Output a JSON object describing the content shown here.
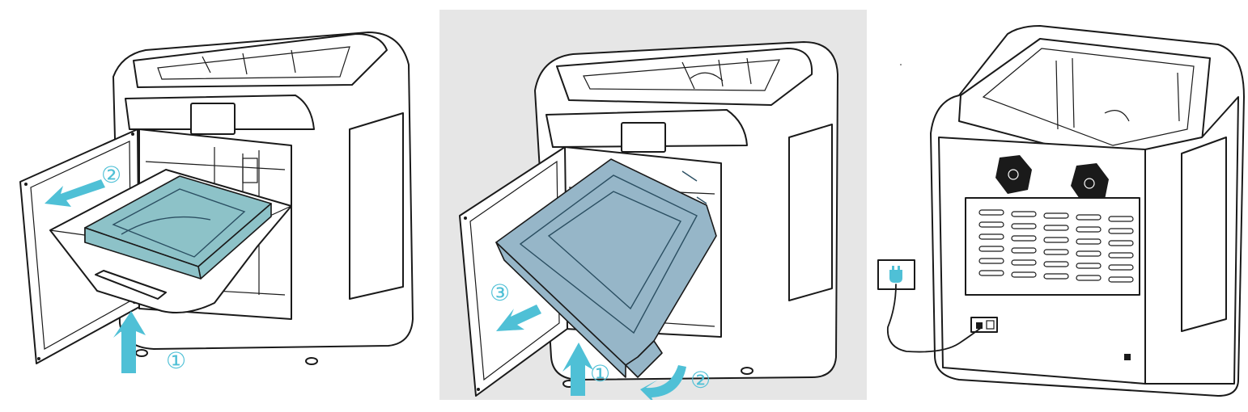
{
  "panels": [
    {
      "id": "remove-build-plate",
      "steps": [
        {
          "number": "①",
          "arrow": "up-arrow"
        },
        {
          "number": "②",
          "arrow": "left-arrow"
        }
      ]
    },
    {
      "id": "remove-pei-sheet",
      "steps": [
        {
          "number": "①",
          "arrow": "up-arrow"
        },
        {
          "number": "②",
          "arrow": "curved-arrow"
        },
        {
          "number": "③",
          "arrow": "diagonal-left-arrow"
        }
      ]
    },
    {
      "id": "rear-power-connection",
      "steps": []
    }
  ],
  "colors": {
    "accent": "#4fc0d6",
    "tray": "#8dc2c8",
    "sheet": "#96b6c8",
    "panel_background": "#e6e6e6",
    "outline": "#1a1a1a"
  },
  "icons": [
    "power-plug-icon",
    "fan-icon",
    "power-switch-icon",
    "power-socket-icon"
  ]
}
